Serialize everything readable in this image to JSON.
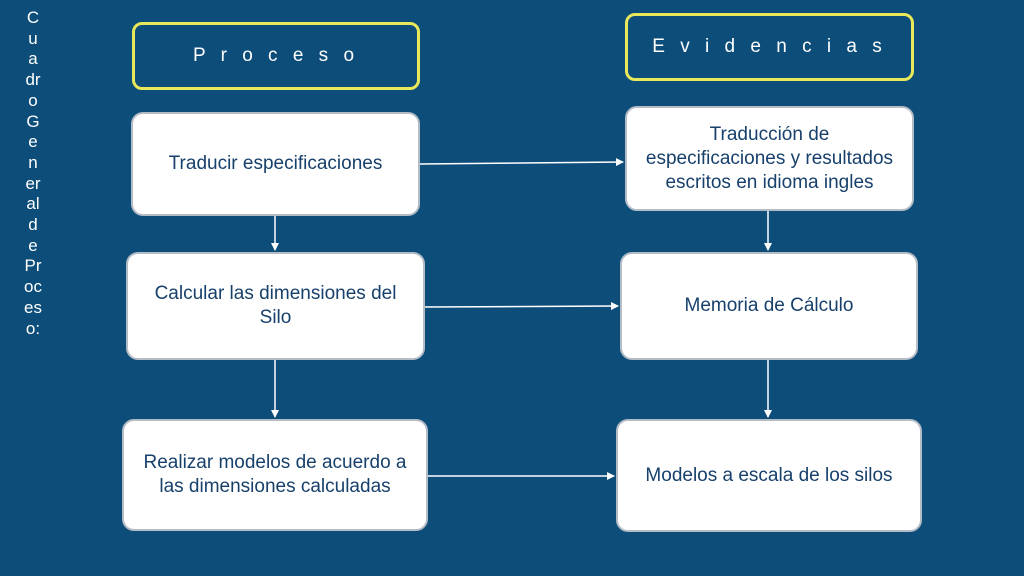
{
  "side_title": "Cuadro General de Proceso:",
  "headers": {
    "proceso": "P r o c e s o",
    "evidencias": "E v i d e n c i a s"
  },
  "proceso_steps": [
    "Traducir especificaciones",
    "Calcular las dimensiones del Silo",
    "Realizar modelos de acuerdo a las dimensiones calculadas"
  ],
  "evidencias_items": [
    "Traducción de especificaciones y resultados escritos en idioma ingles",
    "Memoria de Cálculo",
    "Modelos  a escala de los silos"
  ],
  "colors": {
    "background": "#0d4d7a",
    "header_border": "#e8e85a",
    "node_fill": "#ffffff",
    "node_text": "#17406b",
    "connector": "#ffffff"
  }
}
